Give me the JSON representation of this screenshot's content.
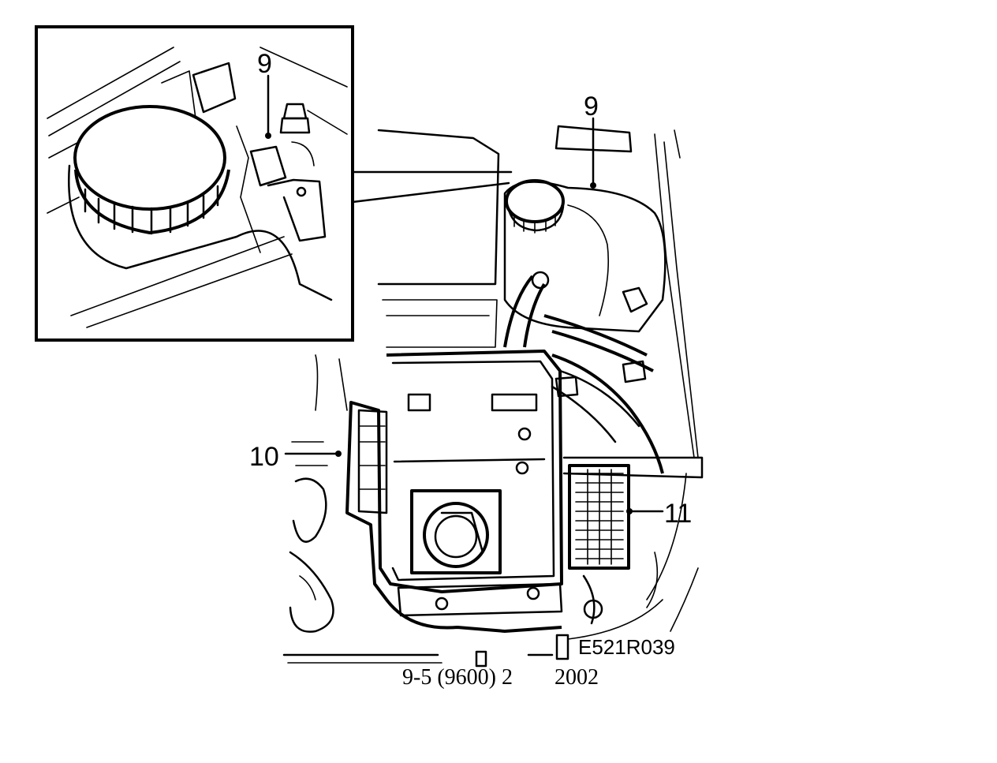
{
  "diagram": {
    "callouts": [
      {
        "id": "inset-callout-9",
        "label": "9"
      },
      {
        "id": "reservoir-callout-9",
        "label": "9"
      },
      {
        "id": "ecu-box-callout-10",
        "label": "10"
      },
      {
        "id": "fuse-box-callout-11",
        "label": "11"
      }
    ],
    "figure_id": "E521R039",
    "caption_model": "9-5 (9600) 2",
    "caption_year": "2002"
  },
  "colors": {
    "line": "#000000",
    "background": "#ffffff"
  }
}
